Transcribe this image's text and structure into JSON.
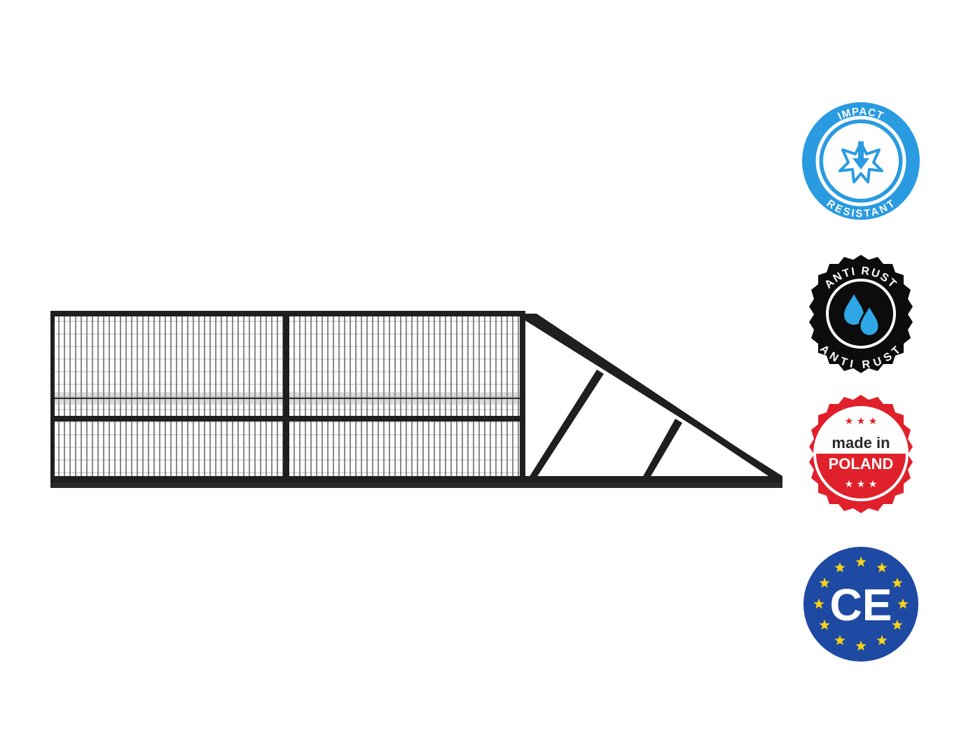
{
  "product": {
    "illustration": "sliding-gate-with-cantilever-tail",
    "color": "#1f1f1f"
  },
  "badges": [
    {
      "id": "impact",
      "icon": "impact-star-arrow-icon",
      "top_text": "IMPACT",
      "bottom_text": "RESISTANT",
      "color": "#2a9be0"
    },
    {
      "id": "antirust",
      "icon": "water-drops-icon",
      "top_text": "ANTI RUST",
      "bottom_text": "ANTI RUST",
      "color": "#0c0c0c",
      "drop_color": "#2fa7e6"
    },
    {
      "id": "poland",
      "line1": "made in",
      "line2": "POLAND",
      "color": "#e0202a"
    },
    {
      "id": "ce",
      "mark": "CE",
      "color": "#1f4aa3",
      "star_color": "#f7d117"
    }
  ]
}
